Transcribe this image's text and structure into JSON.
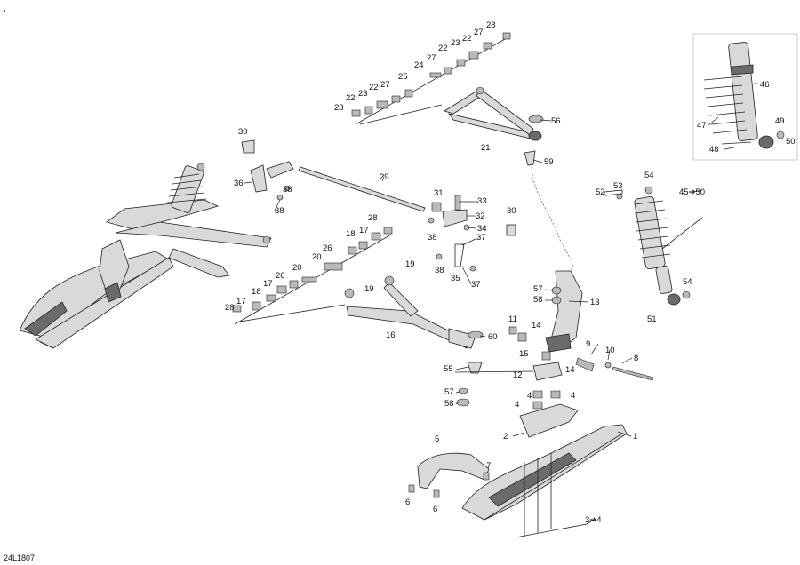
{
  "drawing_code": "24L1807",
  "corner_mark": ",",
  "callouts": [
    "1",
    "2",
    "3➔4",
    "4",
    "4",
    "4",
    "5",
    "6",
    "6",
    "7",
    "8",
    "9",
    "10",
    "11",
    "12",
    "13",
    "14",
    "14",
    "15",
    "16",
    "17",
    "17",
    "17",
    "18",
    "18",
    "19",
    "19",
    "20",
    "20",
    "21",
    "22",
    "22",
    "22",
    "22",
    "23",
    "23",
    "24",
    "25",
    "26",
    "26",
    "27",
    "27",
    "27",
    "28",
    "28",
    "28",
    "28",
    "29",
    "30",
    "30",
    "31",
    "32",
    "33",
    "34",
    "35",
    "36",
    "37",
    "37",
    "38",
    "38",
    "38",
    "38",
    "45➔50",
    "46",
    "47",
    "48",
    "49",
    "50",
    "51",
    "52",
    "53",
    "54",
    "54",
    "55",
    "56",
    "57",
    "57",
    "58",
    "58",
    "59",
    "60"
  ]
}
